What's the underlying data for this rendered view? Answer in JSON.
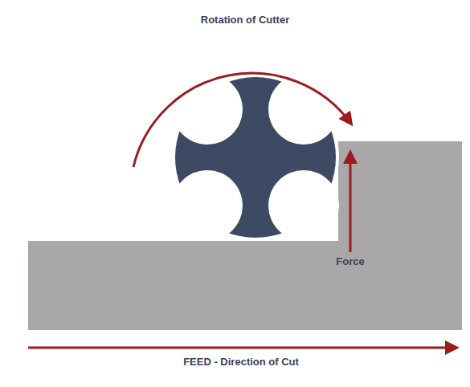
{
  "diagram": {
    "labels": [
      "Rotation of Cutter",
      "Force",
      "FEED - Direction of Cut"
    ]
  }
}
